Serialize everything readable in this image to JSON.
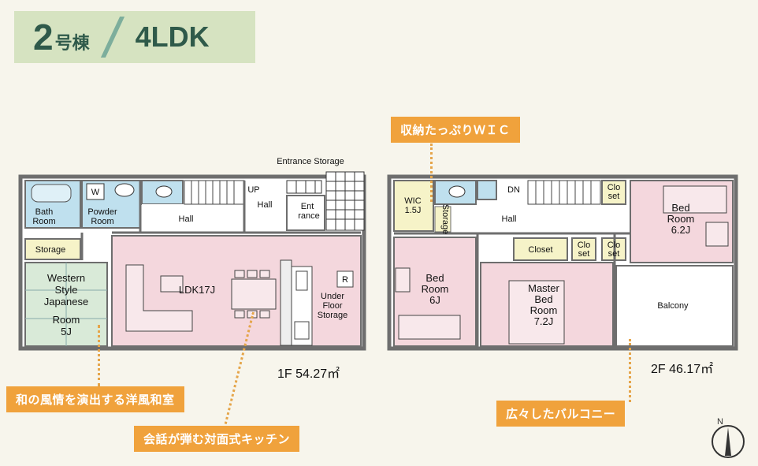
{
  "header": {
    "building_number": "2",
    "building_suffix": "号棟",
    "layout_type": "4LDK"
  },
  "floor1": {
    "area": "1F 54.27㎡",
    "rooms": {
      "entrance_storage": "Entrance Storage",
      "bath": [
        "Bath",
        "Room"
      ],
      "powder": [
        "Powder",
        "Room"
      ],
      "w": "W",
      "hall_left": "Hall",
      "up": "UP",
      "hall_right": "Hall",
      "entrance": [
        "Ent",
        "rance"
      ],
      "storage": "Storage",
      "western": [
        "Western",
        "Style",
        "Japanese",
        "Room",
        "5J"
      ],
      "ldk": "LDK17J",
      "underfloor": [
        "Under",
        "Floor",
        "Storage"
      ],
      "r": "R"
    }
  },
  "floor2": {
    "area": "2F 46.17㎡",
    "rooms": {
      "wic": [
        "WIC",
        "1.5J"
      ],
      "dn": "DN",
      "closet_top": [
        "Clo",
        "set"
      ],
      "storage_small": "Storage",
      "hall": "Hall",
      "bed_right": [
        "Bed",
        "Room",
        "6.2J"
      ],
      "closet": "Closet",
      "closet_mid1": [
        "Clo",
        "set"
      ],
      "closet_mid2": [
        "Clo",
        "set"
      ],
      "bed_left": [
        "Bed",
        "Room",
        "6J"
      ],
      "master": [
        "Master",
        "Bed",
        "Room",
        "7.2J"
      ],
      "balcony": "Balcony"
    }
  },
  "callouts": {
    "wic": "収納たっぷりＷＩＣ",
    "japanese": "和の風情を演出する洋風和室",
    "kitchen": "会話が弾む対面式キッチン",
    "balcony": "広々したバルコニー"
  },
  "compass_label": "N",
  "colors": {
    "pink": "#f4d7dd",
    "bath_blue": "#bfe0ee",
    "storage_yellow": "#f6f3c8",
    "japanese_green": "#d9ead8",
    "white": "#ffffff",
    "wall": "#6e6e6e",
    "callout_orange": "#f0a23c",
    "header_green": "#d6e3c1"
  }
}
